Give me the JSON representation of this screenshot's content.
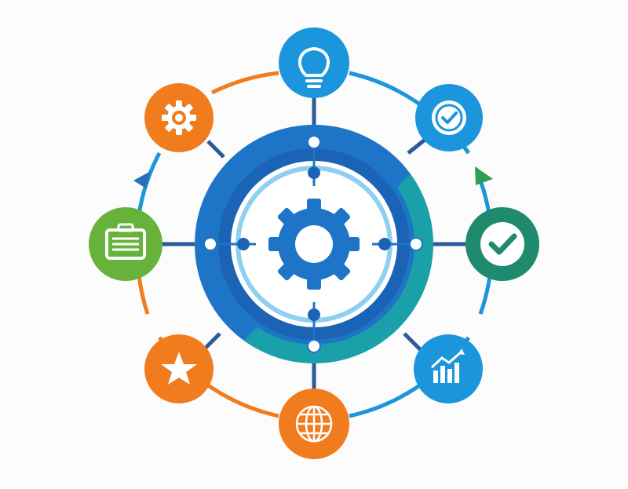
{
  "diagram": {
    "center": {
      "icon": "gear-icon",
      "colors": {
        "outer": "#1e75c8",
        "outer_accent": "#1aa0a8",
        "inner": "#ffffff",
        "ring": "#8fd0f0",
        "gear": "#1e75c8"
      }
    },
    "nodes": [
      {
        "id": "top",
        "icon": "lightbulb-icon",
        "color": "#1b95dc"
      },
      {
        "id": "top-right",
        "icon": "badge-check-icon",
        "color": "#1b95dc"
      },
      {
        "id": "right",
        "icon": "check-icon",
        "color": "#1f8a6e"
      },
      {
        "id": "bottom-right",
        "icon": "growth-chart-icon",
        "color": "#1b95dc"
      },
      {
        "id": "bottom",
        "icon": "globe-icon",
        "color": "#f07c1e"
      },
      {
        "id": "bottom-left",
        "icon": "star-icon",
        "color": "#f07c1e"
      },
      {
        "id": "left",
        "icon": "briefcase-icon",
        "color": "#67b23a"
      },
      {
        "id": "top-left",
        "icon": "gear-icon",
        "color": "#f07c1e"
      }
    ],
    "ring_colors": {
      "blue": "#1b95dc",
      "orange": "#f07c1e",
      "green": "#67b23a"
    },
    "connector_color": "#2a5a9a"
  }
}
